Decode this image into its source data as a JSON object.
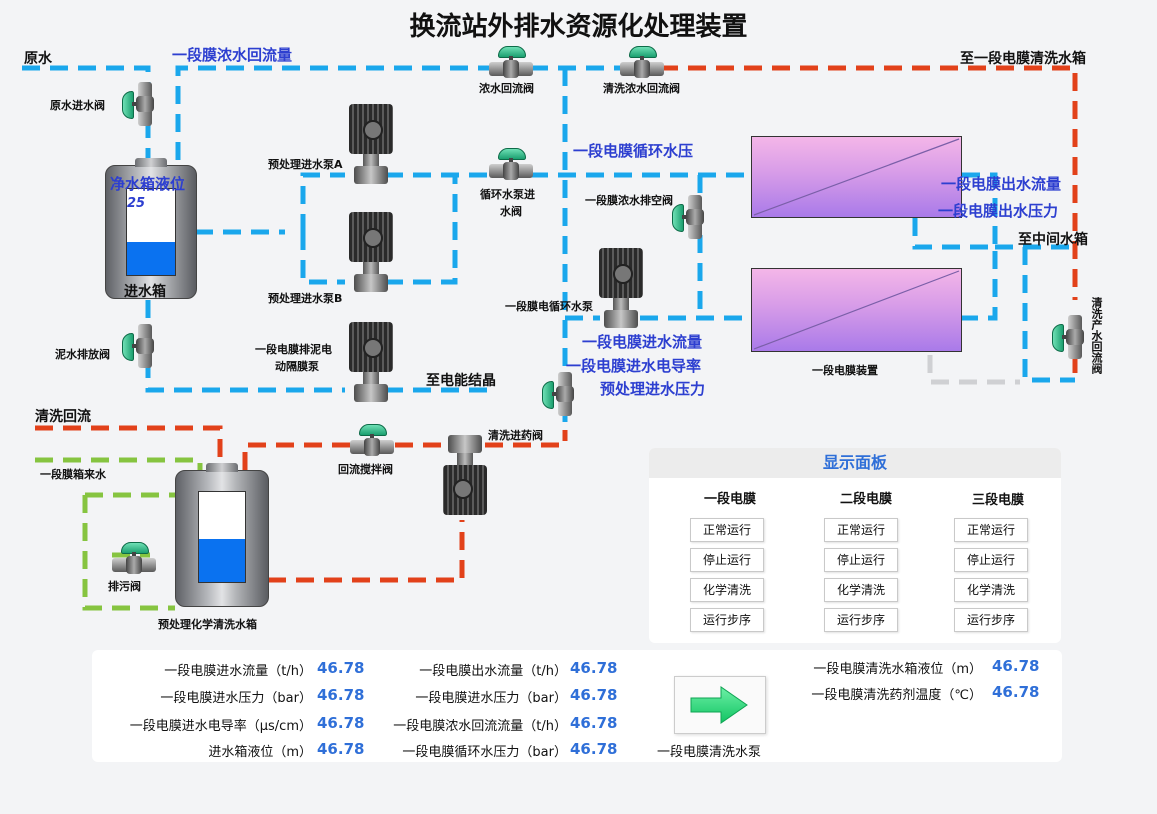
{
  "title": "换流站外排水资源化处理装置",
  "labels": {
    "raw_water": "原水",
    "to_clean_tank": "至一段电膜清洗水箱",
    "raw_inlet_valve": "原水进水阀",
    "concentrate_return_valve": "浓水回流阀",
    "clean_concentrate_return_valve": "清洗浓水回流阀",
    "pretreat_pump_a": "预处理进水泵A",
    "pretreat_pump_b": "预处理进水泵B",
    "circ_pump_inlet_valve_1": "循环水泵进",
    "circ_pump_inlet_valve_2": "水阀",
    "membrane_vent_valve": "一段膜浓水排空阀",
    "membrane_circ_pump": "一段膜电循环水泵",
    "clean_water_tank": "进水箱",
    "mud_drain_valve": "泥水排放阀",
    "sludge_pump_1": "一段电膜排泥电",
    "sludge_pump_2": "动隔膜泵",
    "to_energy_crystal": "至电能结晶",
    "clean_return": "清洗回流",
    "membrane_tank_inflow": "一段膜箱来水",
    "backflow_mix_valve": "回流搅拌阀",
    "clean_dosing_valve": "清洗进药阀",
    "drain_valve": "排污阀",
    "chem_clean_tank": "预处理化学清洗水箱",
    "membrane_device": "一段电膜装置",
    "to_middle_tank": "至中间水箱",
    "clean_product_return_valve": "清洗产水回流阀",
    "clean_pump": "一段电膜清洗水泵"
  },
  "tags": {
    "concentrate_return_flow": "一段膜浓水回流量",
    "clean_tank_level": "净水箱液位",
    "clean_tank_level_value": "25",
    "membrane_circ_pressure": "一段电膜循环水压",
    "membrane_out_flow": "一段电膜出水流量",
    "membrane_out_pressure": "一段电膜出水压力",
    "membrane_in_flow": "一段电膜进水流量",
    "membrane_in_conductivity": "一段电膜进水电导率",
    "pretreat_in_pressure": "预处理进水压力"
  },
  "levels": {
    "clean_tank_fill": 0.38,
    "chem_tank_fill": 0.48
  },
  "display_panel": {
    "title": "显示面板",
    "columns": [
      {
        "name": "一段电膜",
        "buttons": [
          "正常运行",
          "停止运行",
          "化学清洗",
          "运行步序"
        ]
      },
      {
        "name": "二段电膜",
        "buttons": [
          "正常运行",
          "停止运行",
          "化学清洗",
          "运行步序"
        ]
      },
      {
        "name": "三段电膜",
        "buttons": [
          "正常运行",
          "停止运行",
          "化学清洗",
          "运行步序"
        ]
      }
    ]
  },
  "metrics": {
    "left": [
      {
        "label": "一段电膜进水流量（t/h）",
        "value": "46.78"
      },
      {
        "label": "一段电膜进水压力（bar）",
        "value": "46.78"
      },
      {
        "label": "一段电膜进水电导率（μs/cm）",
        "value": "46.78"
      },
      {
        "label": "进水箱液位（m）",
        "value": "46.78"
      }
    ],
    "middle": [
      {
        "label": "一段电膜出水流量（t/h）",
        "value": "46.78"
      },
      {
        "label": "一段电膜进水压力（bar）",
        "value": "46.78"
      },
      {
        "label": "一段电膜浓水回流流量（t/h）",
        "value": "46.78"
      },
      {
        "label": "一段电膜循环水压力（bar）",
        "value": "46.78"
      }
    ],
    "right": [
      {
        "label": "一段电膜清洗水箱液位（m）",
        "value": "46.78"
      },
      {
        "label": "一段电膜清洗药剂温度（℃）",
        "value": "46.78"
      }
    ]
  },
  "colors": {
    "pipe_blue": "#1aa7ec",
    "pipe_red": "#e2411a",
    "pipe_green": "#86c440",
    "pipe_dash_gap": "#e6e6e6",
    "value_blue": "#2f6fd8",
    "tag_blue": "#2d3fd0"
  }
}
